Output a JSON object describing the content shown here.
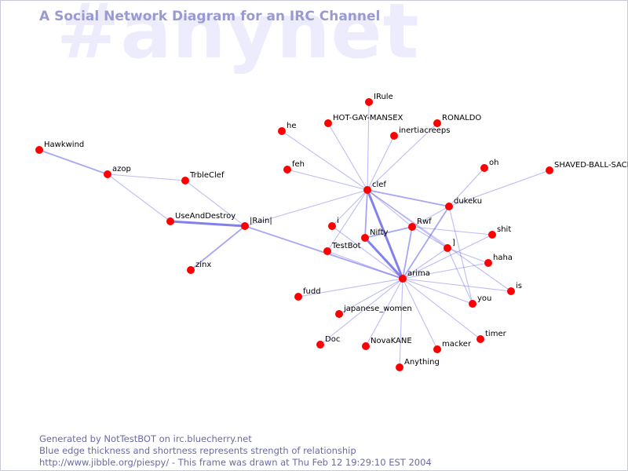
{
  "watermark": "#anynet",
  "title": "A Social Network Diagram for an IRC Channel",
  "nodes": [
    {
      "id": "Hawkwind",
      "label": "Hawkwind"
    },
    {
      "id": "azop",
      "label": "azop"
    },
    {
      "id": "TrbleClef",
      "label": "TrbleClef"
    },
    {
      "id": "UseAndDestroy",
      "label": "UseAndDestroy"
    },
    {
      "id": "Rain",
      "label": "|Rain|"
    },
    {
      "id": "zinx",
      "label": "zinx"
    },
    {
      "id": "IRule",
      "label": "IRule"
    },
    {
      "id": "HOT-GAY-MANSEX",
      "label": "HOT-GAY-MANSEX"
    },
    {
      "id": "RONALDO",
      "label": "RONALDO"
    },
    {
      "id": "he",
      "label": "he"
    },
    {
      "id": "inertiacreeps",
      "label": "inertiacreeps"
    },
    {
      "id": "feh",
      "label": "feh"
    },
    {
      "id": "clef",
      "label": "clef"
    },
    {
      "id": "oh",
      "label": "oh"
    },
    {
      "id": "SHAVED-BALL-SACK",
      "label": "SHAVED-BALL-SACK"
    },
    {
      "id": "dukeku",
      "label": "dukeku"
    },
    {
      "id": "i",
      "label": "i"
    },
    {
      "id": "Rwf",
      "label": "Rwf"
    },
    {
      "id": "Nifty",
      "label": "Nifty"
    },
    {
      "id": "shit",
      "label": "shit"
    },
    {
      "id": "TestBot",
      "label": "TestBot"
    },
    {
      "id": "]",
      "label": "]"
    },
    {
      "id": "haha",
      "label": "haha"
    },
    {
      "id": "arima",
      "label": "arima"
    },
    {
      "id": "is",
      "label": "is"
    },
    {
      "id": "fudd",
      "label": "fudd"
    },
    {
      "id": "you",
      "label": "you"
    },
    {
      "id": "japanese_women",
      "label": "japanese_women"
    },
    {
      "id": "timer",
      "label": "timer"
    },
    {
      "id": "Doc",
      "label": "Doc"
    },
    {
      "id": "NovaKANE",
      "label": "NovaKANE"
    },
    {
      "id": "macker",
      "label": "macker"
    },
    {
      "id": "Anything",
      "label": "Anything"
    }
  ],
  "edges": [
    {
      "source": "Hawkwind",
      "target": "azop",
      "strength": 2
    },
    {
      "source": "azop",
      "target": "TrbleClef",
      "strength": 1
    },
    {
      "source": "azop",
      "target": "UseAndDestroy",
      "strength": 1
    },
    {
      "source": "TrbleClef",
      "target": "Rain",
      "strength": 1
    },
    {
      "source": "UseAndDestroy",
      "target": "Rain",
      "strength": 3
    },
    {
      "source": "zinx",
      "target": "Rain",
      "strength": 2
    },
    {
      "source": "Rain",
      "target": "clef",
      "strength": 1
    },
    {
      "source": "Rain",
      "target": "arima",
      "strength": 2
    },
    {
      "source": "clef",
      "target": "IRule",
      "strength": 1
    },
    {
      "source": "clef",
      "target": "HOT-GAY-MANSEX",
      "strength": 1
    },
    {
      "source": "clef",
      "target": "inertiacreeps",
      "strength": 1
    },
    {
      "source": "clef",
      "target": "RONALDO",
      "strength": 1
    },
    {
      "source": "clef",
      "target": "he",
      "strength": 1
    },
    {
      "source": "clef",
      "target": "feh",
      "strength": 1
    },
    {
      "source": "clef",
      "target": "dukeku",
      "strength": 2
    },
    {
      "source": "clef",
      "target": "i",
      "strength": 1
    },
    {
      "source": "clef",
      "target": "Rwf",
      "strength": 1
    },
    {
      "source": "clef",
      "target": "Nifty",
      "strength": 2
    },
    {
      "source": "clef",
      "target": "TestBot",
      "strength": 1
    },
    {
      "source": "clef",
      "target": "arima",
      "strength": 3
    },
    {
      "source": "clef",
      "target": "]",
      "strength": 1
    },
    {
      "source": "clef",
      "target": "is",
      "strength": 1
    },
    {
      "source": "dukeku",
      "target": "oh",
      "strength": 1
    },
    {
      "source": "dukeku",
      "target": "SHAVED-BALL-SACK",
      "strength": 1
    },
    {
      "source": "dukeku",
      "target": "Rwf",
      "strength": 1
    },
    {
      "source": "dukeku",
      "target": "arima",
      "strength": 2
    },
    {
      "source": "dukeku",
      "target": "you",
      "strength": 1
    },
    {
      "source": "Rwf",
      "target": "Nifty",
      "strength": 2
    },
    {
      "source": "Rwf",
      "target": "arima",
      "strength": 2
    },
    {
      "source": "Rwf",
      "target": "shit",
      "strength": 1
    },
    {
      "source": "Rwf",
      "target": "]",
      "strength": 1
    },
    {
      "source": "Nifty",
      "target": "arima",
      "strength": 3
    },
    {
      "source": "i",
      "target": "arima",
      "strength": 1
    },
    {
      "source": "TestBot",
      "target": "arima",
      "strength": 1
    },
    {
      "source": "]",
      "target": "haha",
      "strength": 1
    },
    {
      "source": "]",
      "target": "arima",
      "strength": 1
    },
    {
      "source": "]",
      "target": "you",
      "strength": 1
    },
    {
      "source": "shit",
      "target": "arima",
      "strength": 1
    },
    {
      "source": "haha",
      "target": "arima",
      "strength": 1
    },
    {
      "source": "is",
      "target": "arima",
      "strength": 1
    },
    {
      "source": "fudd",
      "target": "arima",
      "strength": 1
    },
    {
      "source": "you",
      "target": "arima",
      "strength": 1
    },
    {
      "source": "japanese_women",
      "target": "arima",
      "strength": 1
    },
    {
      "source": "timer",
      "target": "arima",
      "strength": 1
    },
    {
      "source": "Doc",
      "target": "arima",
      "strength": 1
    },
    {
      "source": "NovaKANE",
      "target": "arima",
      "strength": 1
    },
    {
      "source": "macker",
      "target": "arima",
      "strength": 1
    },
    {
      "source": "Anything",
      "target": "arima",
      "strength": 1
    }
  ],
  "colors": {
    "node": "#ff0000",
    "edge": "#6b6bea",
    "title": "#9a9ad2",
    "watermark": "#ececfc",
    "footer": "#6a6aa6"
  },
  "footer": {
    "line1": "Generated by NotTestBOT on irc.bluecherry.net",
    "line2": "Blue edge thickness and shortness represents strength of relationship",
    "line3": "http://www.jibble.org/piespy/ - This frame was drawn at Thu Feb 12 19:29:10 EST 2004"
  }
}
